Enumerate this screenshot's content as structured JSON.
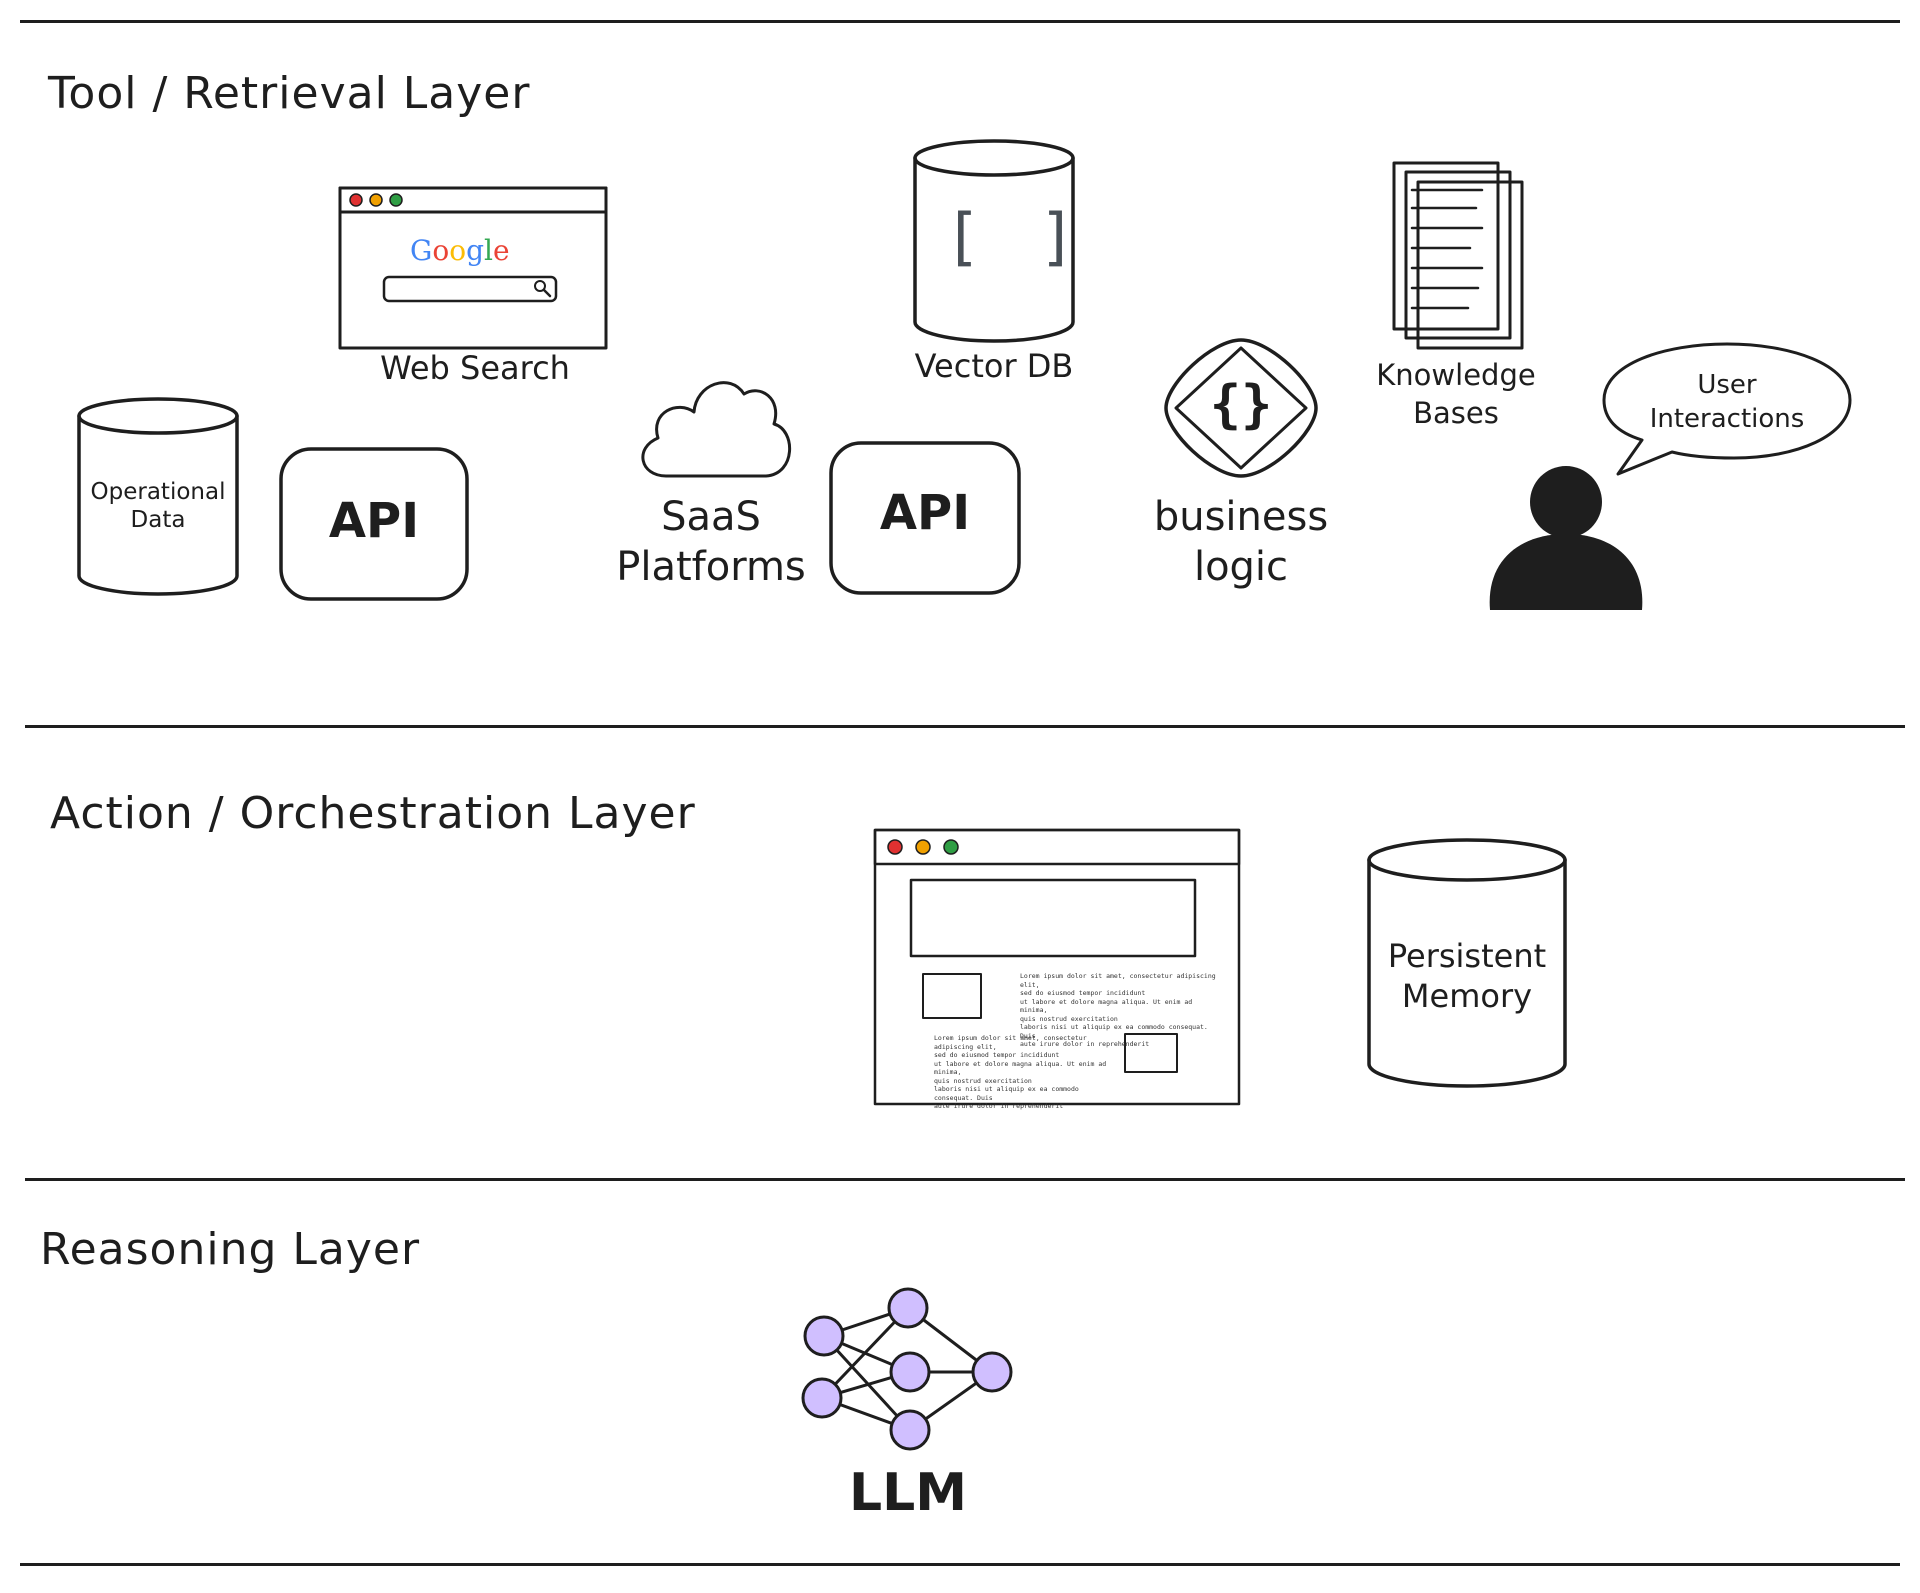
{
  "layers": {
    "tool": {
      "title": "Tool / Retrieval Layer",
      "items": {
        "web_search": {
          "label": "Web Search",
          "logo": "Google"
        },
        "vector_db": {
          "label": "Vector DB",
          "glyph": "[ ]"
        },
        "knowledge_bases": {
          "label_line1": "Knowledge",
          "label_line2": "Bases"
        },
        "operational_data": {
          "label_line1": "Operational",
          "label_line2": "Data"
        },
        "api_blue": {
          "label": "API",
          "color": "#a5d8ff"
        },
        "saas": {
          "label_line1": "SaaS",
          "label_line2": "Platforms"
        },
        "api_green": {
          "label": "API",
          "color": "#b2f2bb"
        },
        "business_logic": {
          "label_line1": "business",
          "label_line2": "logic",
          "glyph": "{}"
        },
        "user_interactions": {
          "label_line1": "User",
          "label_line2": "Interactions"
        }
      }
    },
    "action": {
      "title": "Action / Orchestration Layer",
      "items": {
        "app_window": {
          "lorem_lines_1": [
            "Lorem ipsum dolor sit amet, consectetur adipiscing elit,",
            "sed do eiusmod tempor incididunt",
            "ut labore et dolore magna aliqua. Ut enim ad minima,",
            "quis nostrud exercitation",
            "laboris nisi ut aliquip ex ea commodo consequat. Duis",
            "aute irure dolor in reprehenderit"
          ],
          "lorem_lines_2": [
            "Lorem ipsum dolor sit amet, consectetur adipiscing elit,",
            "sed do eiusmod tempor incididunt",
            "ut labore et dolore magna aliqua. Ut enim ad minima,",
            "quis nostrud exercitation",
            "laboris nisi ut aliquip ex ea commodo consequat. Duis",
            "aute irure dolor in reprehenderit"
          ]
        },
        "persistent_memory": {
          "label_line1": "Persistent",
          "label_line2": "Memory"
        }
      }
    },
    "reasoning": {
      "title": "Reasoning Layer",
      "items": {
        "llm": {
          "label": "LLM",
          "node_color": "#d0bfff"
        }
      }
    }
  },
  "colors": {
    "ink": "#1e1e1e",
    "cylinder_blue": "#e7f5ff",
    "cylinder_gray": "#ced4da",
    "cloud_green": "#ebfbee",
    "speech_yellow": "#fff9db",
    "window_bar": "#ced4da",
    "hatch_teal": "#38a9b5",
    "hatch_yellow": "#f0c030",
    "hatch_purple": "#c05ad0"
  }
}
